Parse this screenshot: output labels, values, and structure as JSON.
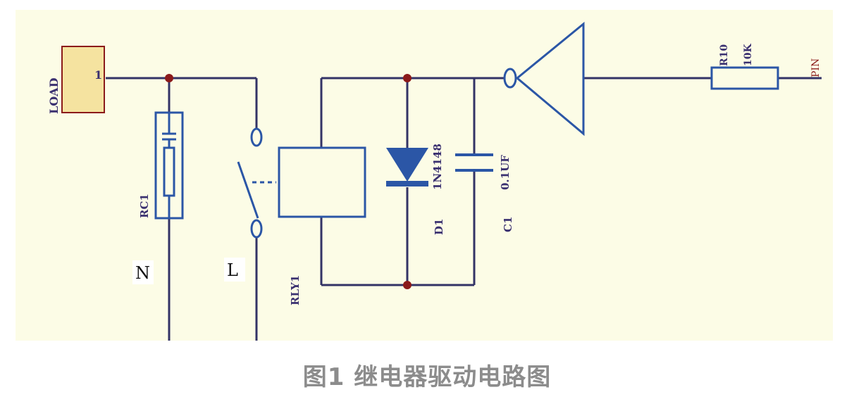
{
  "caption": "图1 继电器驱动电路图",
  "colors": {
    "background": "#fcfce6",
    "wire": "#333366",
    "component": "#2b56a6",
    "junction": "#8b1a1a",
    "load_fill": "#f5e3a0",
    "load_border": "#8b1a1a",
    "pin_label": "#8b1a1a"
  },
  "labels": {
    "load": "LOAD",
    "load_pin": "1",
    "rc1": "RC1",
    "n": "N",
    "l": "L",
    "rly1": "RLY1",
    "diode_part": "1N4148",
    "diode_ref": "D1",
    "cap_value": "0.1UF",
    "cap_ref": "C1",
    "res_ref": "R10",
    "res_value": "10K",
    "pin": "PIN"
  }
}
